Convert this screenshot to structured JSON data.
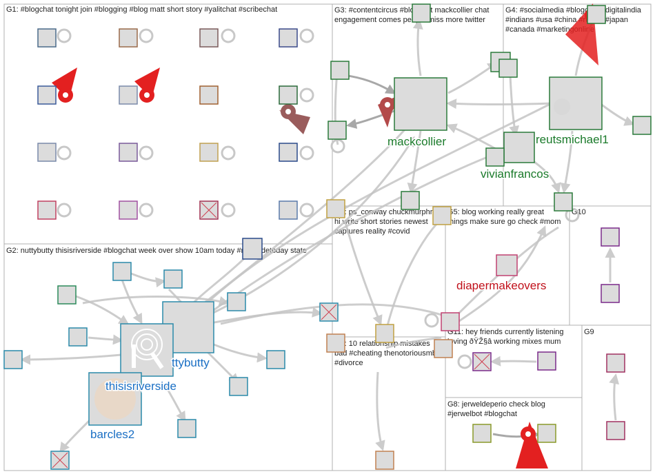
{
  "groups": [
    {
      "id": "G1",
      "label": "G1: #blogchat tonight join #blogging #blog matt short story #yalitchat #scribechat"
    },
    {
      "id": "G2",
      "label": "G2: nuttybutty thisisriverside #blogchat week over show 10am today #riversidetoday state"
    },
    {
      "id": "G3",
      "label": "G3: #contentcircus #blogchat mackcollier chat engagement comes people miss more twitter"
    },
    {
      "id": "G4",
      "label": "G4: #socialmedia #blogchat #digitalindia #indians #usa #china #russia #japan #canada #marketingonline"
    },
    {
      "id": "G5",
      "label": "G5: blog working really great things make sure go check #mom"
    },
    {
      "id": "G6",
      "label": "G6: 10 relationship mistakes bad #cheating thenotoriousmbg #divorce"
    },
    {
      "id": "G7",
      "label": "G7: ps_conway chuckmurphree hi write short stories newest captures reality #covid"
    },
    {
      "id": "G8",
      "label": "G8: jerweldeperio check blog #jerwelbot #blogchat"
    },
    {
      "id": "G9",
      "label": "G9"
    },
    {
      "id": "G10",
      "label": "G10"
    },
    {
      "id": "G11",
      "label": "G11: hey friends currently listening loving ðŸŽ§â working mixes mum"
    }
  ],
  "node_labels": {
    "mackcollier": "mackcollier",
    "reutsmichael1": "reutsmichael1",
    "vivianfrancos": "vivianfrancos",
    "diapermakeovers": "diapermakeovers",
    "nuttybutty": "ttybutty",
    "thisisriverside": "thisisriverside",
    "barcles2": "barcles2"
  },
  "colors": {
    "group_border": "#b0b0b0",
    "edge": "#c4c4c4",
    "label_green": "#1a7a2a",
    "label_red": "#c0101a",
    "label_blue": "#1a6fc4",
    "riverside_blue": "#1f6fe0",
    "shape_red": "#e32020"
  }
}
